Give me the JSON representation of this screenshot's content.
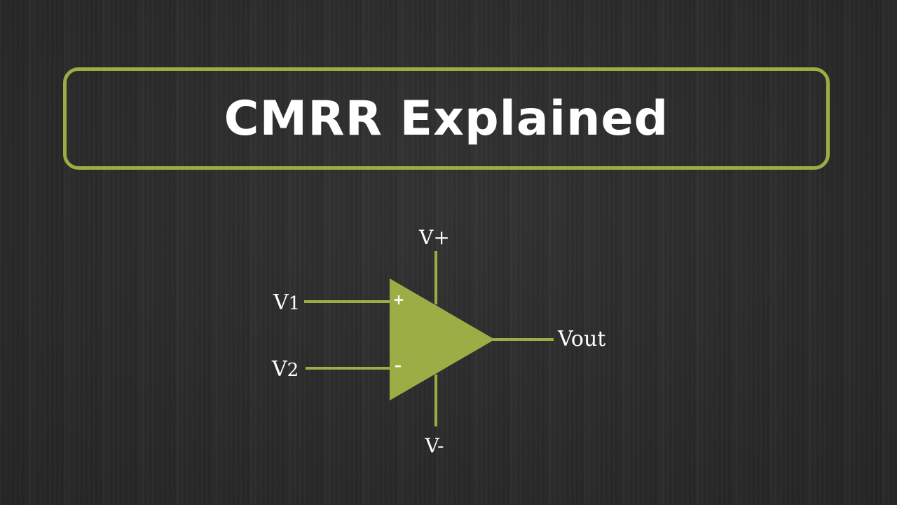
{
  "title": "CMRR Explained",
  "diagram": {
    "labels": {
      "v_plus": "V+",
      "v_minus": "V-",
      "v1": "V",
      "v1_sub": "1",
      "v2": "V",
      "v2_sub": "2",
      "vout": "Vout",
      "noninverting_sign": "+",
      "inverting_sign": "–"
    },
    "colors": {
      "accent": "#9cad45",
      "text": "#ffffff",
      "background": "#2c2c2c"
    }
  }
}
